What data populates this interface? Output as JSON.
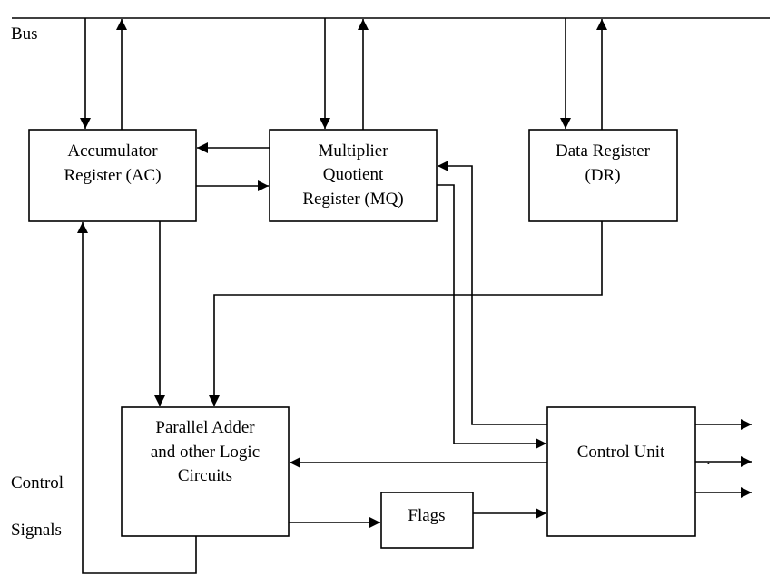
{
  "bus_label": "Bus",
  "control_label_1": "Control",
  "control_label_2": "Signals",
  "accumulator": {
    "line1": "Accumulator",
    "line2": "Register (AC)"
  },
  "mq": {
    "line1": "Multiplier",
    "line2": "Quotient",
    "line3": "Register (MQ)"
  },
  "dr": {
    "line1": "Data Register",
    "line2": "(DR)"
  },
  "adder": {
    "line1": "Parallel Adder",
    "line2": "and other Logic",
    "line3": "Circuits"
  },
  "flags": {
    "label": "Flags"
  },
  "control_unit": {
    "label": "Control Unit"
  },
  "stray_mark": "."
}
